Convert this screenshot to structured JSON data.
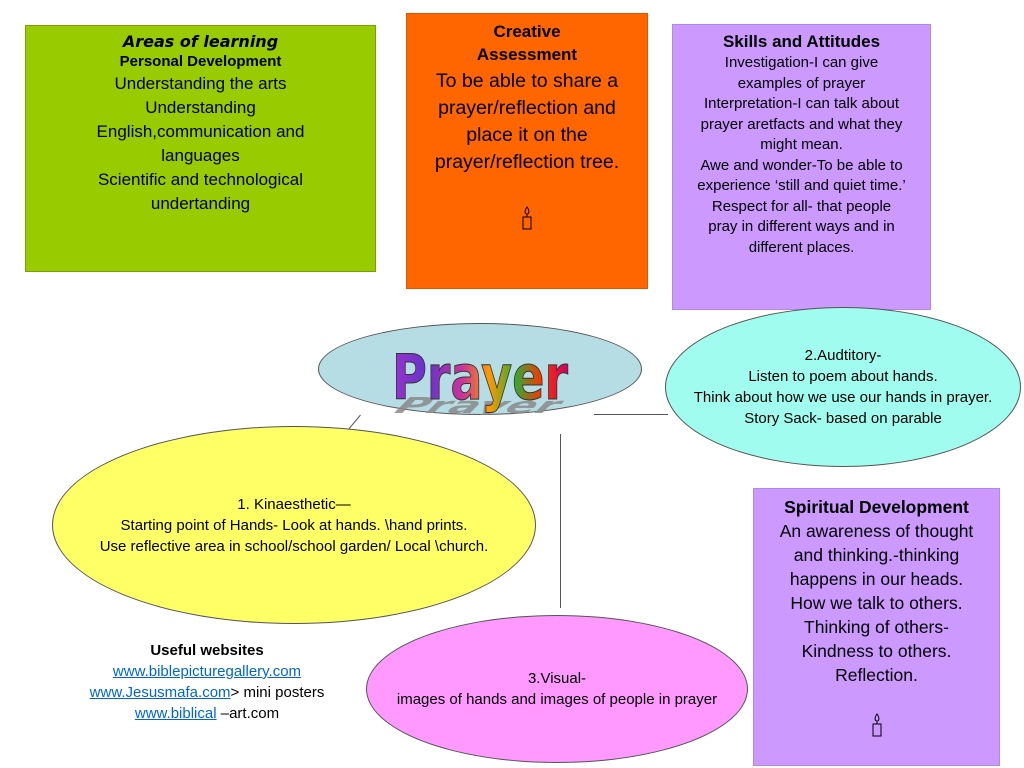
{
  "areas": {
    "title": "Areas of learning",
    "subtitle": "Personal Development",
    "lines": [
      "Understanding the arts",
      "Understanding",
      "English,communication and",
      "languages",
      "Scientific and technological",
      "undertanding"
    ]
  },
  "creative": {
    "title": "Creative Assessment",
    "body": "To be able to share a prayer/reflection and place it on the prayer/reflection tree."
  },
  "skills": {
    "title": "Skills and Attitudes",
    "lines": [
      "Investigation-I can give",
      "examples of prayer",
      "Interpretation-I can talk about",
      "prayer aretfacts and what they",
      "might mean.",
      "Awe and wonder-To be able to",
      "experience ‘still and quiet time.’",
      "Respect for all- that people",
      "pray in different ways and in",
      "different places."
    ]
  },
  "center": {
    "word": "Prayer"
  },
  "auditory": {
    "lines": [
      "2.Audtitory-",
      "Listen to poem about hands.",
      "Think about how we use our hands in prayer.",
      "Story Sack- based on parable"
    ]
  },
  "kinaesthetic": {
    "lines": [
      "1. Kinaesthetic—",
      "Starting point of  Hands- Look at hands. \\hand prints.",
      "Use reflective area in school/school garden/ Local \\church."
    ]
  },
  "visual": {
    "lines": [
      "3.Visual-",
      "images of hands and images of people in prayer"
    ]
  },
  "spiritual": {
    "title": "Spiritual Development",
    "lines": [
      "An awareness of thought",
      "and thinking.-thinking",
      "happens in our heads.",
      "How we talk to others.",
      "Thinking of others-",
      "Kindness to others.",
      "Reflection."
    ]
  },
  "websites": {
    "title": "Useful websites",
    "link1": "www.biblepicturegallery.com",
    "link2": "www.Jesusmafa.com",
    "link2_suffix": "> mini posters",
    "link3": "www.biblical",
    "link3_suffix": " –art.com"
  },
  "colors": {
    "areas_bg": "#99cc00",
    "creative_bg": "#ff6600",
    "purple_bg": "#cc99ff",
    "prayer_ellipse": "#b7dde4",
    "auditory_ellipse": "#a0fcee",
    "kinaesthetic_ellipse": "#ffff66",
    "visual_ellipse": "#ff99ff",
    "link": "#0066cc"
  },
  "icons": {
    "candle": "candle-icon"
  }
}
